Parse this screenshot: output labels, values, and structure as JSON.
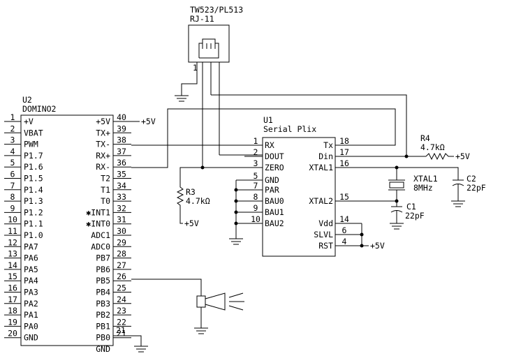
{
  "connector": {
    "title": "TW523/PL513",
    "type": "RJ-11",
    "pin1": "1"
  },
  "u2": {
    "ref": "U2",
    "name": "DOMINO2",
    "left_pins": [
      {
        "num": "1",
        "label": "+V"
      },
      {
        "num": "2",
        "label": "VBAT"
      },
      {
        "num": "3",
        "label": "PWM"
      },
      {
        "num": "4",
        "label": "P1.7"
      },
      {
        "num": "5",
        "label": "P1.6"
      },
      {
        "num": "6",
        "label": "P1.5"
      },
      {
        "num": "7",
        "label": "P1.4"
      },
      {
        "num": "8",
        "label": "P1.3"
      },
      {
        "num": "9",
        "label": "P1.2"
      },
      {
        "num": "10",
        "label": "P1.1"
      },
      {
        "num": "11",
        "label": "P1.0"
      },
      {
        "num": "12",
        "label": "PA7"
      },
      {
        "num": "13",
        "label": "PA6"
      },
      {
        "num": "14",
        "label": "PA5"
      },
      {
        "num": "15",
        "label": "PA4"
      },
      {
        "num": "16",
        "label": "PA3"
      },
      {
        "num": "17",
        "label": "PA2"
      },
      {
        "num": "18",
        "label": "PA1"
      },
      {
        "num": "19",
        "label": "PA0"
      },
      {
        "num": "20",
        "label": "GND"
      }
    ],
    "right_pins": [
      {
        "num": "40",
        "label": "+5V"
      },
      {
        "num": "39",
        "label": "TX+"
      },
      {
        "num": "38",
        "label": "TX-"
      },
      {
        "num": "37",
        "label": "RX+"
      },
      {
        "num": "36",
        "label": "RX-"
      },
      {
        "num": "35",
        "label": "T2"
      },
      {
        "num": "34",
        "label": "T1"
      },
      {
        "num": "33",
        "label": "T0"
      },
      {
        "num": "32",
        "label": "✱INT1"
      },
      {
        "num": "31",
        "label": "✱INT0"
      },
      {
        "num": "30",
        "label": "ADC1"
      },
      {
        "num": "29",
        "label": "ADC0"
      },
      {
        "num": "28",
        "label": "PB7"
      },
      {
        "num": "27",
        "label": "PB6"
      },
      {
        "num": "26",
        "label": "PB5"
      },
      {
        "num": "25",
        "label": "PB4"
      },
      {
        "num": "24",
        "label": "PB3"
      },
      {
        "num": "23",
        "label": "PB2"
      },
      {
        "num": "22",
        "label": "PB1"
      },
      {
        "num": "21",
        "label": "PB0"
      },
      {
        "num": "",
        "label": "GND"
      }
    ],
    "pin21": "21",
    "pin40_net": "+5V"
  },
  "u1": {
    "ref": "U1",
    "name": "Serial Plix",
    "left_pins": [
      {
        "num": "1",
        "label": "RX"
      },
      {
        "num": "2",
        "label": "DOUT"
      },
      {
        "num": "3",
        "label": "ZERO"
      },
      {
        "num": "5",
        "label": "GND"
      },
      {
        "num": "7",
        "label": "PAR"
      },
      {
        "num": "8",
        "label": "BAU0"
      },
      {
        "num": "9",
        "label": "BAU1"
      },
      {
        "num": "10",
        "label": "BAU2"
      }
    ],
    "right_pins": [
      {
        "num": "18",
        "label": "Tx"
      },
      {
        "num": "17",
        "label": "Din"
      },
      {
        "num": "16",
        "label": "XTAL1"
      },
      {
        "num": "15",
        "label": "XTAL2"
      },
      {
        "num": "14",
        "label": "Vdd"
      },
      {
        "num": "6",
        "label": "SLVL"
      },
      {
        "num": "4",
        "label": "RST"
      }
    ],
    "rst_net": "+5V"
  },
  "r3": {
    "ref": "R3",
    "value": "4.7kΩ",
    "net": "+5V"
  },
  "r4": {
    "ref": "R4",
    "value": "4.7kΩ",
    "net": "+5V"
  },
  "xtal1": {
    "ref": "XTAL1",
    "value": "8MHz"
  },
  "c1": {
    "ref": "C1",
    "value": "22pF"
  },
  "c2": {
    "ref": "C2",
    "value": "22pF"
  }
}
